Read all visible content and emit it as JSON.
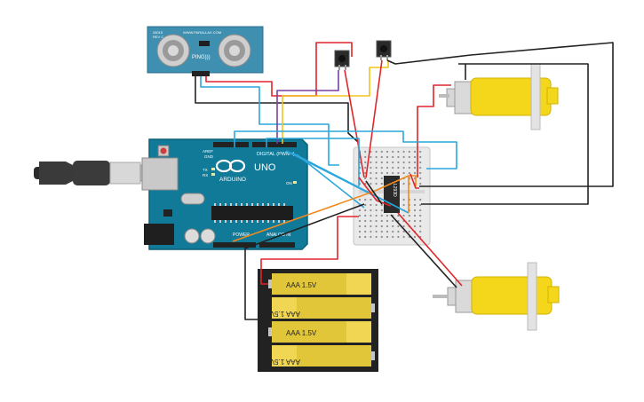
{
  "ultrasonic": {
    "model_label": "PING)))",
    "site_label": "WWW.PARALLAX.COM",
    "small_label_a": "28015",
    "small_label_b": "REV C"
  },
  "arduino": {
    "brand": "ARDUINO",
    "model": "UNO",
    "digital_label": "DIGITAL (PWM~)",
    "power_label": "POWER",
    "analog_label": "ANALOG IN",
    "on_label": "ON",
    "tx_label": "TX",
    "rx_label": "RX",
    "aref_label": "AREF",
    "gnd_label": "GND"
  },
  "driver_chip": {
    "label": "L293D"
  },
  "battery_pack": {
    "cells": [
      {
        "label": "AAA 1.5V",
        "flipped": false
      },
      {
        "label": "AAA 1.5V",
        "flipped": true
      },
      {
        "label": "AAA 1.5V",
        "flipped": false
      },
      {
        "label": "AAA 1.5V",
        "flipped": true
      }
    ]
  },
  "colors": {
    "wire_red": "#e0252b",
    "wire_black": "#222222",
    "wire_blue": "#2aa7dc",
    "wire_orange": "#f08a1e",
    "wire_yellow": "#f2c31a",
    "wire_purple": "#7a3fa0",
    "board_teal": "#117a98",
    "motor_yellow": "#f4d61b",
    "sensor_blue": "#3e8fb0"
  }
}
